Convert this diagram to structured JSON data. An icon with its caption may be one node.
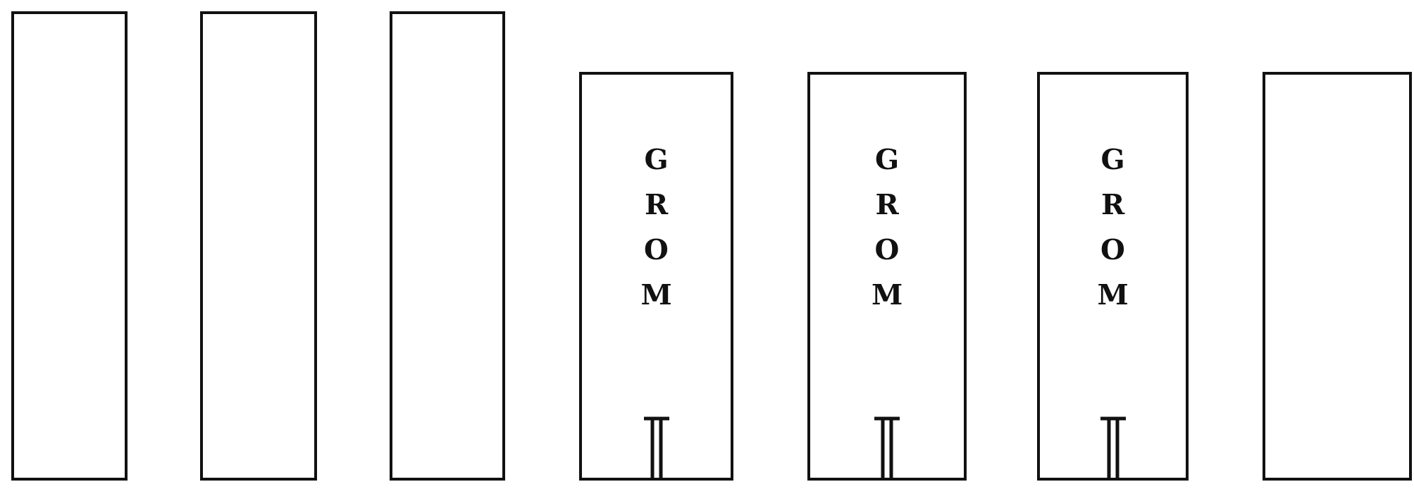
{
  "diagram": {
    "nodes": [
      {
        "text": [],
        "shape": "box"
      },
      {
        "text": [],
        "shape": "box"
      },
      {
        "text": [],
        "shape": "box"
      },
      {
        "text": [
          "GROM"
        ]
      },
      {
        "text": [
          "GROM"
        ]
      },
      {
        "text": [
          "GROM"
        ]
      },
      {
        "text": [],
        "shape": "box"
      }
    ],
    "edges": []
  }
}
